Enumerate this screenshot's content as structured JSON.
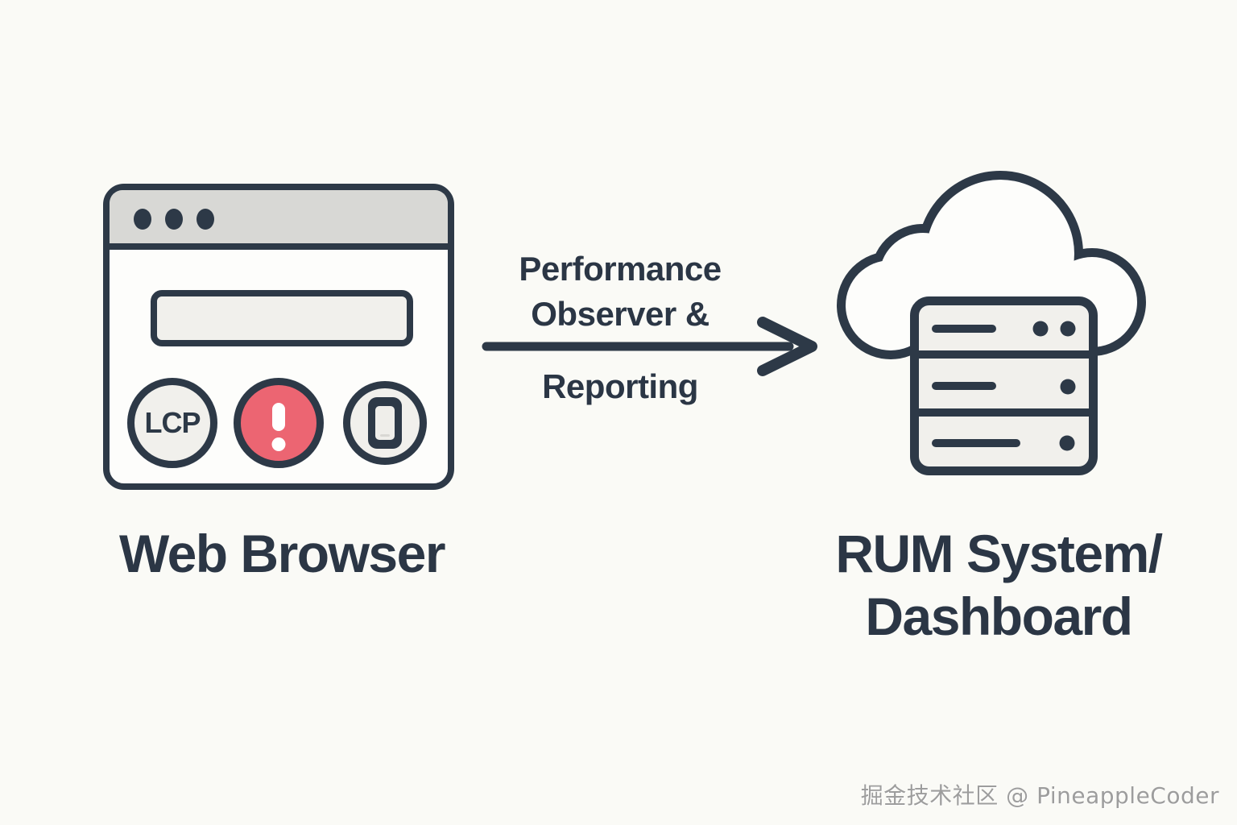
{
  "diagram": {
    "left": {
      "label": "Web Browser",
      "badge_lcp": "LCP"
    },
    "arrow": {
      "label_top_line1": "Performance",
      "label_top_line2": "Observer &",
      "label_bottom": "Reporting"
    },
    "right": {
      "label_line1": "RUM System/",
      "label_line2": "Dashboard"
    }
  },
  "watermark": "掘金技术社区 @ PineappleCoder",
  "colors": {
    "outline": "#2d3947",
    "accent_red": "#ec6572",
    "titlebar_gray": "#d8d8d5",
    "panel_fill": "#f1f0ec",
    "white_fill": "#fdfdfb",
    "background": "#fafaf6",
    "watermark_gray": "#9d9d9d",
    "label_ink": "#2b3645"
  },
  "icons": {
    "browser_window_icon": "browser window with title bar dots, url bar",
    "lcp_badge": "circle badge with LCP text",
    "warning_icon": "red circle with white exclamation mark",
    "mobile_device_icon": "circle badge with smartphone glyph",
    "arrow_right_icon": "horizontal arrow pointing right",
    "cloud_icon": "cloud outline",
    "server_rack_icon": "3-row server rack with status lines and dots"
  }
}
